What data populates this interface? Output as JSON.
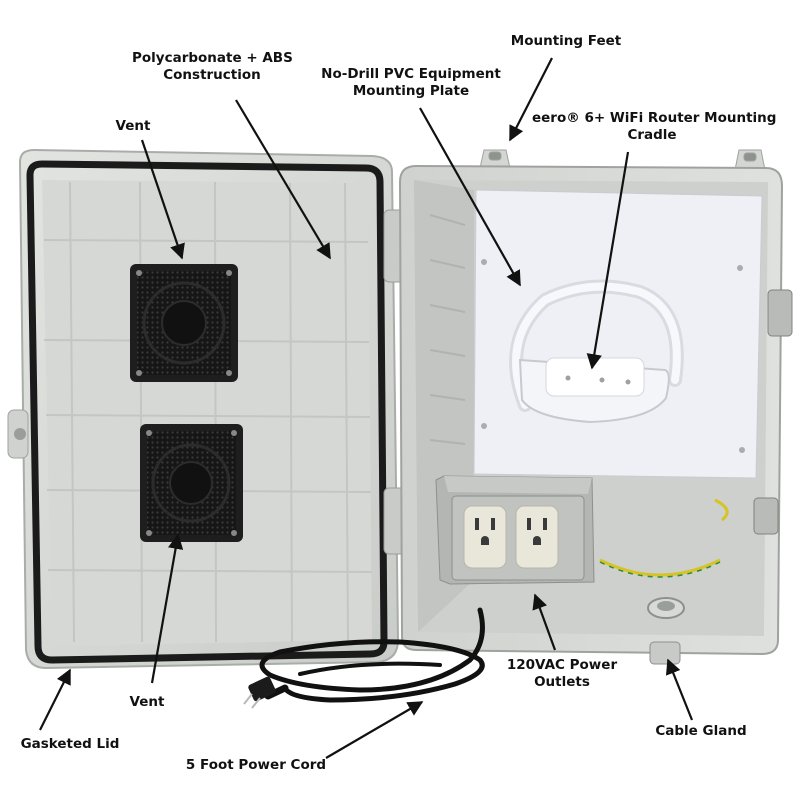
{
  "labels": {
    "polycarbonate_line1": "Polycarbonate + ABS",
    "polycarbonate_line2": "Construction",
    "mounting_feet": "Mounting Feet",
    "mounting_plate_line1": "No-Drill PVC Equipment",
    "mounting_plate_line2": "Mounting Plate",
    "cradle_line1": "eero® 6+ WiFi Router Mounting",
    "cradle_line2": "Cradle",
    "vent_top": "Vent",
    "vent_bottom": "Vent",
    "power_outlets_line1": "120VAC Power",
    "power_outlets_line2": "Outlets",
    "cable_gland": "Cable Gland",
    "gasketed_lid": "Gasketed Lid",
    "power_cord": "5 Foot Power Cord"
  },
  "colors": {
    "enclosure": "#d9dbd8",
    "enclosure_shadow": "#b9bcb8",
    "gasket": "#1b1b1b",
    "plate": "#eef0f5",
    "fan": "#1e1e1e",
    "outlet": "#e9e6da",
    "arrow": "#111111"
  }
}
